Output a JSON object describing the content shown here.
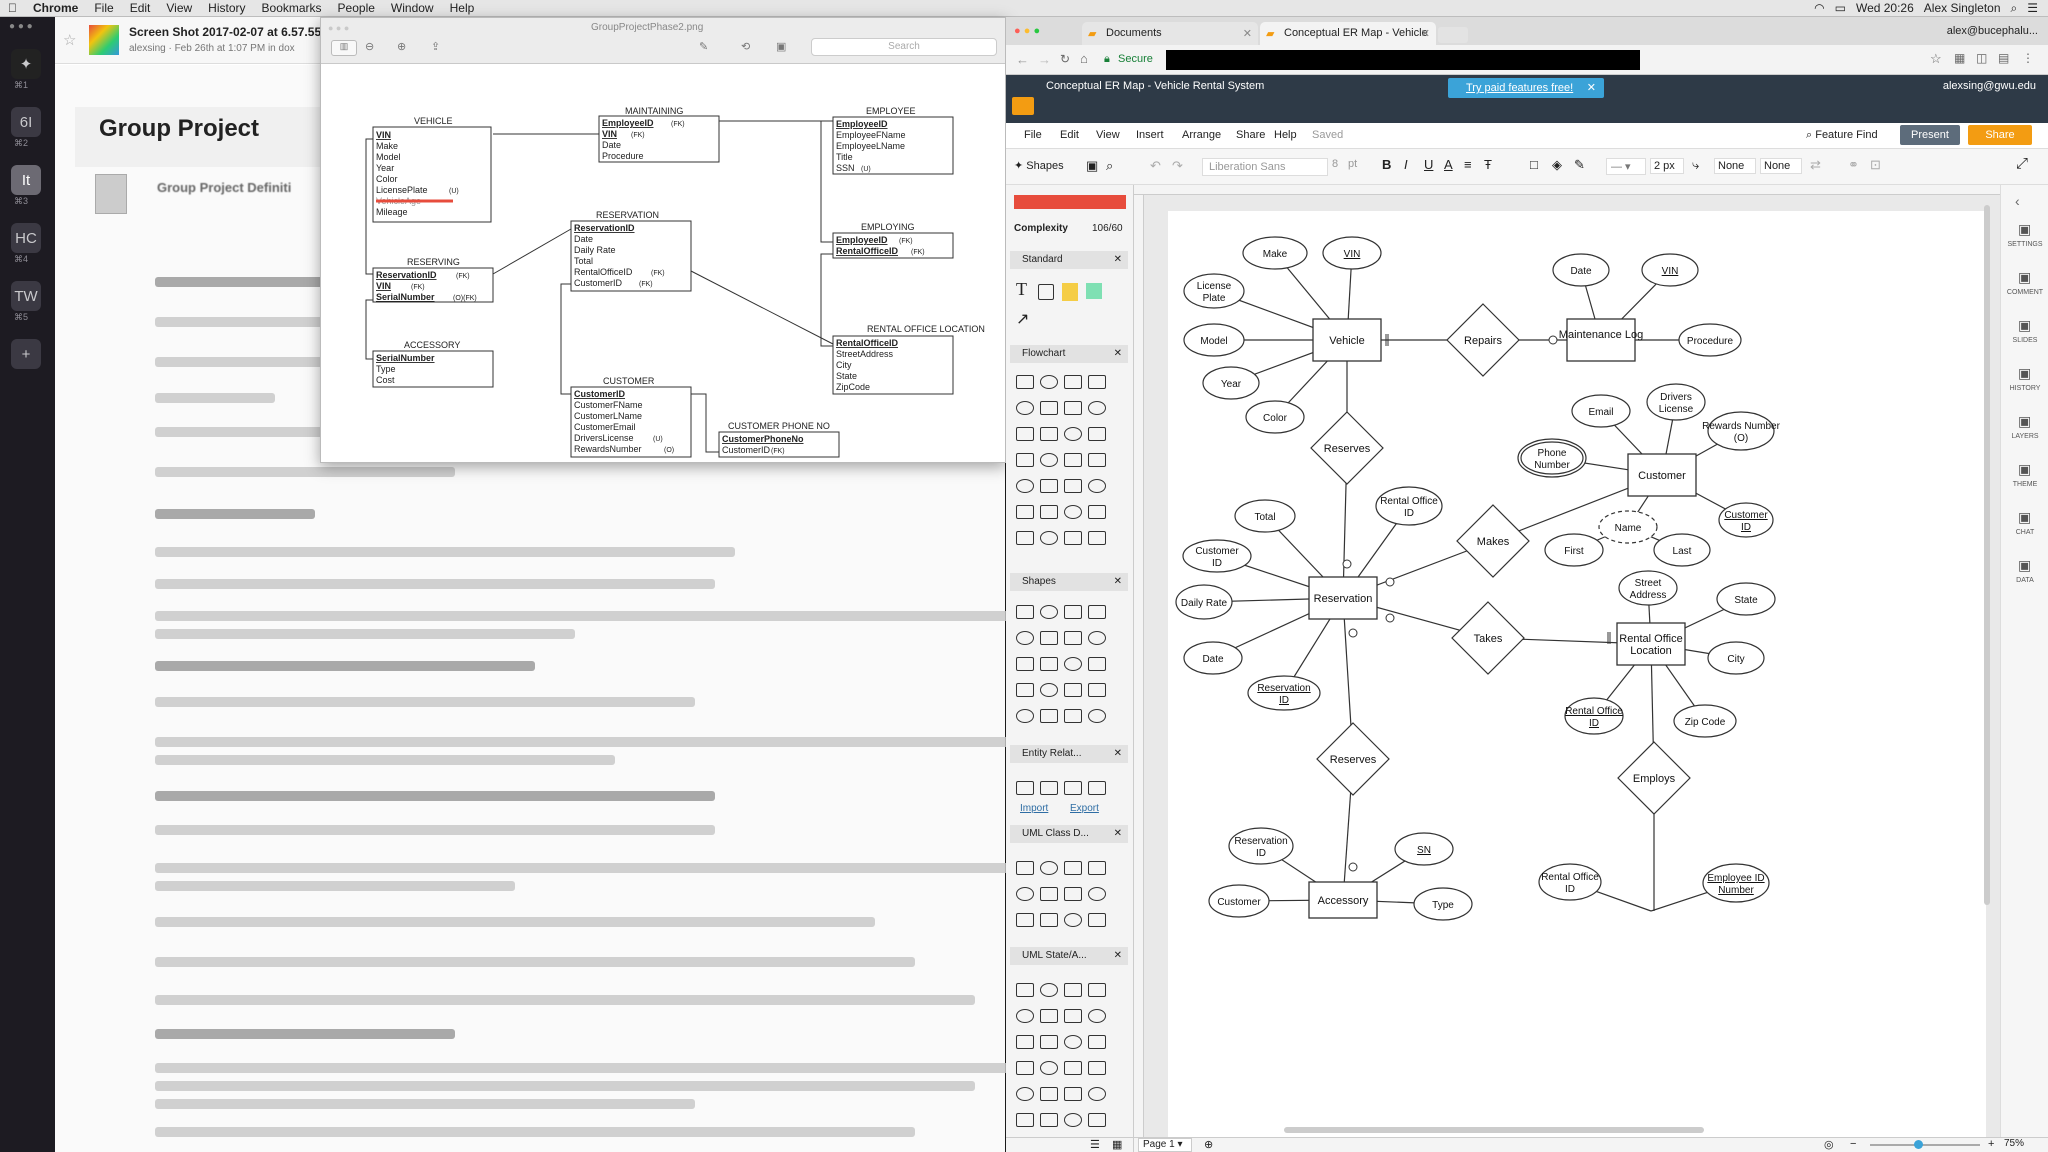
{
  "menubar": {
    "app": "Chrome",
    "items": [
      "File",
      "Edit",
      "View",
      "History",
      "Bookmarks",
      "People",
      "Window",
      "Help"
    ],
    "clock": "Wed 20:26",
    "user": "Alex Singleton"
  },
  "slack": {
    "workspaces": [
      {
        "label": "6I",
        "key": "⌘2"
      },
      {
        "label": "It",
        "key": "⌘3"
      },
      {
        "label": "HC",
        "key": "⌘4"
      },
      {
        "label": "TW",
        "key": "⌘5"
      }
    ],
    "first_key": "⌘1",
    "add": "+"
  },
  "quip": {
    "file_title": "Screen Shot 2017-02-07 at 6.57.55",
    "file_meta": "alexsing · Feb 26th at 1:07 PM in dox",
    "doc_title": "Group Project",
    "doc_subtitle": "Group Project Definiti"
  },
  "preview": {
    "title": "GroupProjectPhase2.png",
    "search": "Search",
    "tables": {
      "vehicle": {
        "name": "VEHICLE",
        "rows": [
          "VIN",
          "Make",
          "Model",
          "Year",
          "Color",
          "LicensePlate",
          "VehicleAge",
          "Mileage"
        ]
      },
      "maintaining": {
        "name": "MAINTAINING",
        "rows": [
          "EmployeeID",
          "VIN",
          "Date",
          "Procedure"
        ]
      },
      "employee": {
        "name": "EMPLOYEE",
        "rows": [
          "EmployeeID",
          "EmployeeFName",
          "EmployeeLName",
          "Title",
          "SSN"
        ]
      },
      "reserving": {
        "name": "RESERVING",
        "rows": [
          "ReservationID",
          "VIN",
          "SerialNumber"
        ]
      },
      "reservation": {
        "name": "RESERVATION",
        "rows": [
          "ReservationID",
          "Date",
          "Daily Rate",
          "Total",
          "RentalOfficeID",
          "CustomerID"
        ]
      },
      "employing": {
        "name": "EMPLOYING",
        "rows": [
          "EmployeeID",
          "RentalOfficeID"
        ]
      },
      "accessory": {
        "name": "ACCESSORY",
        "rows": [
          "SerialNumber",
          "Type",
          "Cost"
        ]
      },
      "rental_office": {
        "name": "RENTAL OFFICE LOCATION",
        "rows": [
          "RentalOfficeID",
          "StreetAddress",
          "City",
          "State",
          "ZipCode"
        ]
      },
      "customer": {
        "name": "CUSTOMER",
        "rows": [
          "CustomerID",
          "CustomerFName",
          "CustomerLName",
          "CustomerEmail",
          "DriversLicense",
          "RewardsNumber"
        ]
      },
      "customer_phone": {
        "name": "CUSTOMER PHONE NO",
        "rows": [
          "CustomerPhoneNo",
          "CustomerID"
        ]
      }
    },
    "fk": "(FK)",
    "u": "(U)",
    "o": "(O)",
    "ofk": "(O)(FK)"
  },
  "chrome": {
    "tabs": [
      {
        "label": "Documents"
      },
      {
        "label": "Conceptual ER Map - Vehicle"
      }
    ],
    "secure": "Secure",
    "account": "alex@bucephalu..."
  },
  "lucid": {
    "doc_title": "Conceptual ER Map - Vehicle Rental System",
    "banner": "Try paid features free!",
    "account": "alexsing@gwu.edu",
    "menus": [
      "File",
      "Edit",
      "View",
      "Insert",
      "Arrange",
      "Share",
      "Help"
    ],
    "saved": "Saved",
    "feature_find": "Feature Find",
    "present": "Present",
    "share": "Share",
    "font": "Liberation Sans",
    "font_size": "8",
    "unit": "pt",
    "line_width": "2 px",
    "arrow_start": "None",
    "arrow_end": "None",
    "shapes_label": "Shapes",
    "complexity_label": "Complexity",
    "complexity_value": "106/60",
    "sections": [
      "Standard",
      "Flowchart",
      "Shapes",
      "Entity Relat...",
      "UML Class D...",
      "UML State/A..."
    ],
    "import": "Import",
    "export": "Export",
    "page": "Page 1",
    "zoom": "75%",
    "rail": [
      "SETTINGS",
      "COMMENT",
      "SLIDES",
      "HISTORY",
      "LAYERS",
      "THEME",
      "CHAT",
      "DATA"
    ]
  },
  "er": {
    "entities": {
      "vehicle": "Vehicle",
      "maintenance": "Maintenance Log",
      "customer": "Customer",
      "reservation": "Reservation",
      "office": "Rental Office Location",
      "accessory": "Accessory"
    },
    "relationships": {
      "repairs": "Repairs",
      "reserves1": "Reserves",
      "makes": "Makes",
      "takes": "Takes",
      "reserves2": "Reserves",
      "employs": "Employs"
    },
    "attributes": {
      "make": "Make",
      "vin": "VIN",
      "license": "License Plate",
      "model": "Model",
      "year": "Year",
      "color": "Color",
      "date_m": "Date",
      "vin_m": "VIN",
      "procedure": "Procedure",
      "email": "Email",
      "drivers": "Drivers License",
      "rewards": "Rewards Number (O)",
      "phone": "Phone Number",
      "cust_id": "Customer ID",
      "name": "Name",
      "first": "First",
      "last": "Last",
      "total": "Total",
      "rental_office_id_r": "Rental Office ID",
      "customer_id_r": "Customer ID",
      "daily_rate": "Daily Rate",
      "date_r": "Date",
      "reservation_id": "Reservation ID",
      "street": "Street Address",
      "state": "State",
      "city": "City",
      "rental_office_id": "Rental Office ID",
      "zip": "Zip Code",
      "res_id_a": "Reservation ID",
      "sn": "SN",
      "customer_a": "Customer",
      "type": "Type",
      "rental_office_id_e": "Rental Office ID",
      "employee_id": "Employee ID Number"
    }
  }
}
